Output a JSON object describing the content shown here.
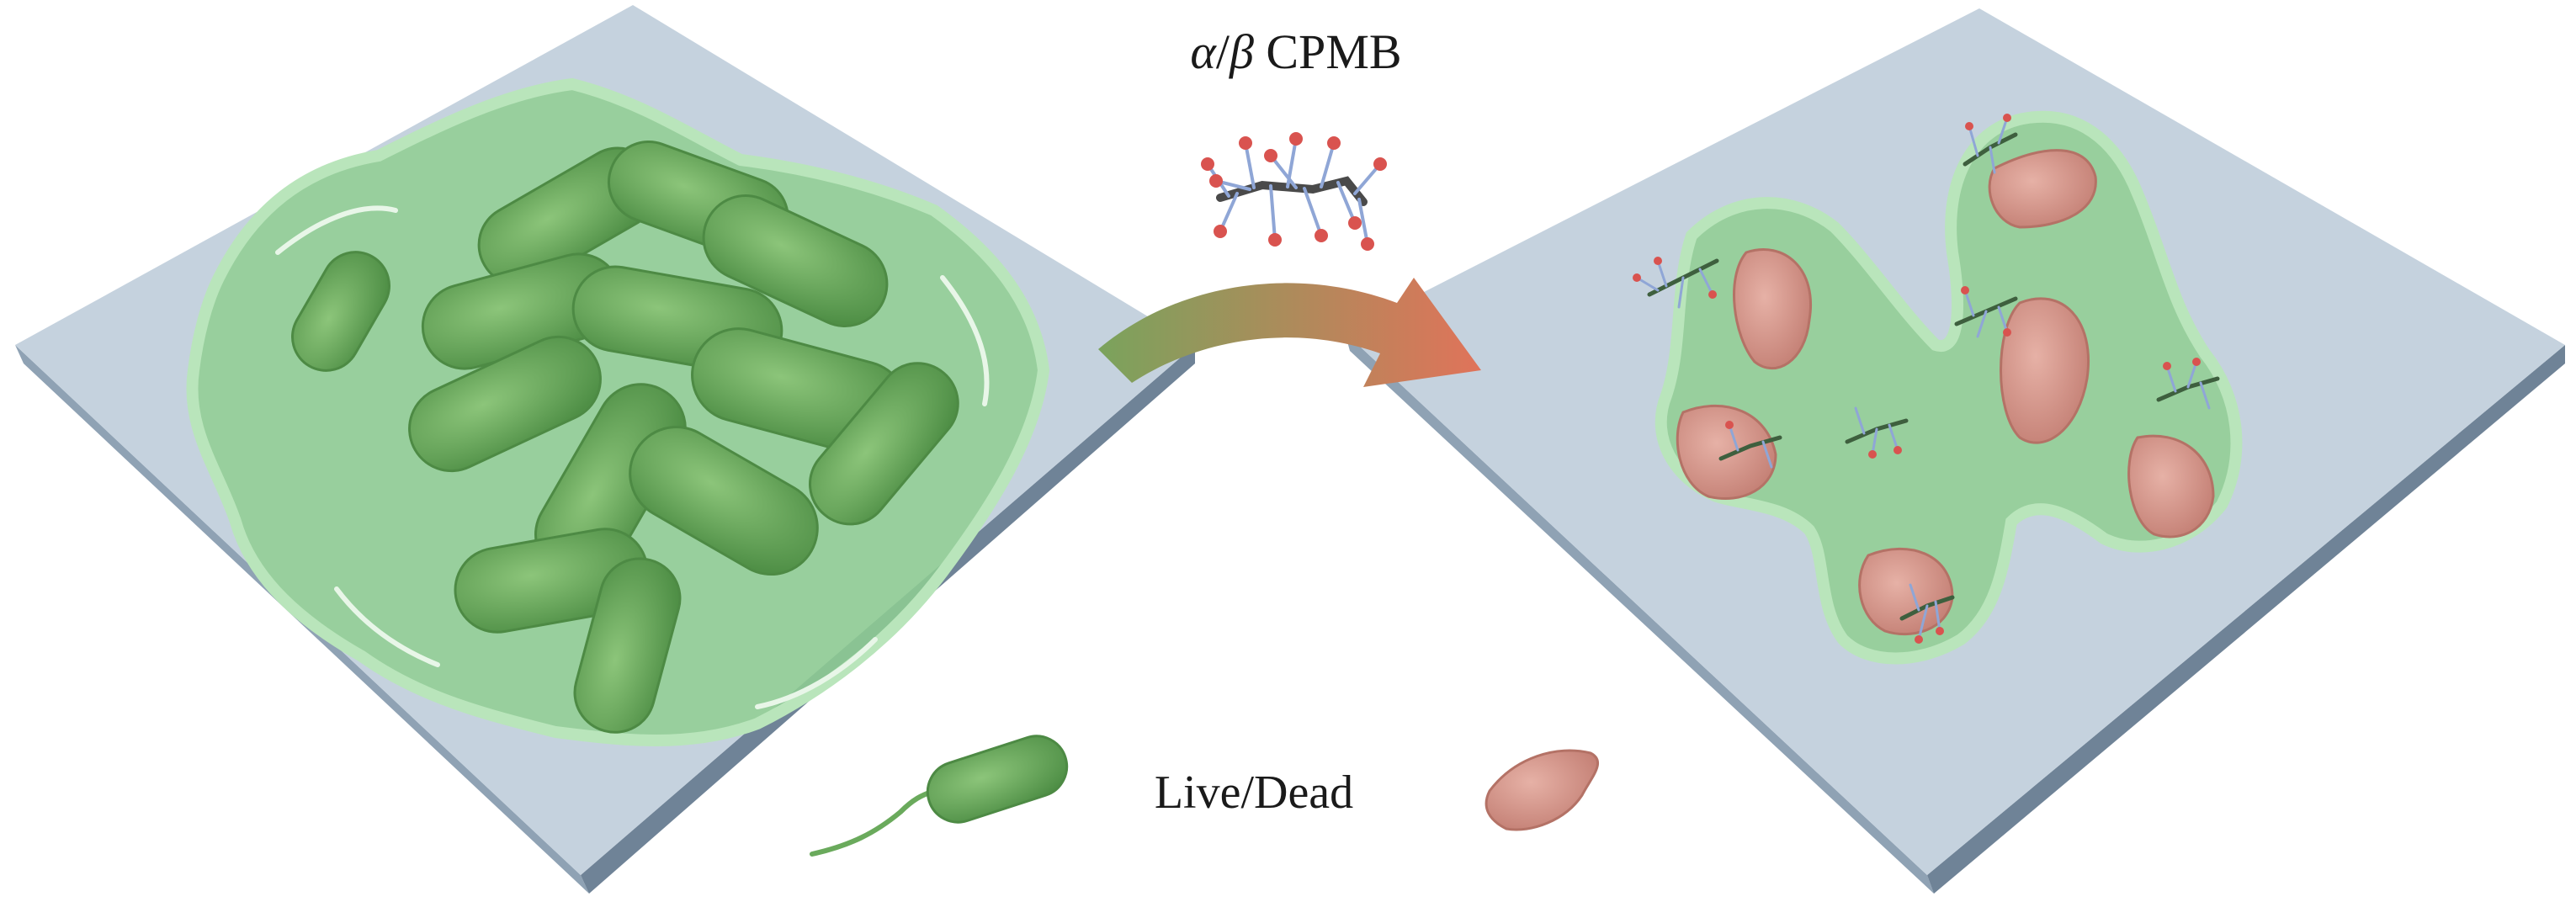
{
  "reagent_label": {
    "alpha": "α",
    "slash": "/",
    "beta": "β",
    "name": " CPMB"
  },
  "legend_label": "Live/Dead",
  "colors": {
    "substrate_top": "#c3d1dd",
    "substrate_side": "#7f93a6",
    "biofilm": "#8fcf92",
    "live_bacteria": "#6aaa5c",
    "dead_bacteria": "#d49a8e",
    "arrow_start": "#7aa35c",
    "arrow_end": "#e0735a",
    "polymer_backbone": "#4a4a4a",
    "polymer_branch": "#8fa6d6",
    "polymer_node": "#d9534f"
  },
  "icons": [
    "live-bacterium-icon",
    "dead-bacterium-icon",
    "cpmb-polymer-icon",
    "process-arrow-icon"
  ]
}
